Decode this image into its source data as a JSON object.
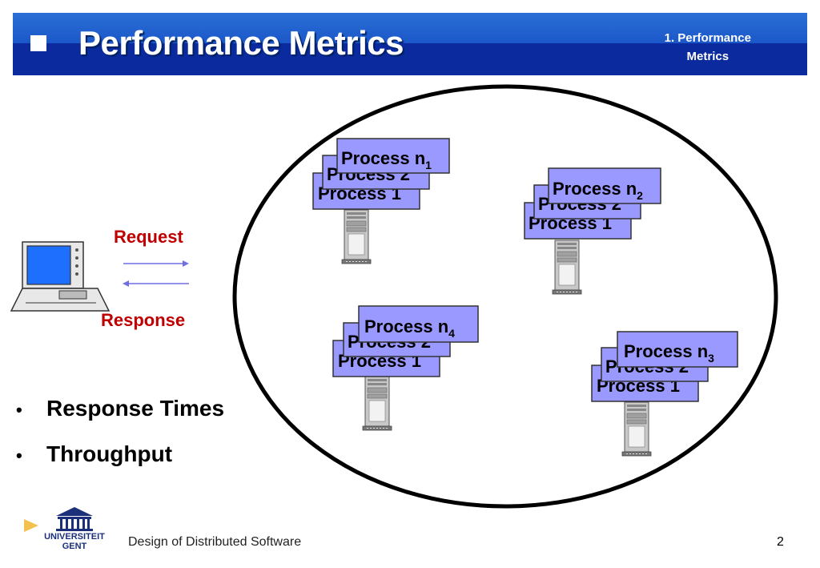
{
  "slide": {
    "title": "Performance Metrics",
    "section_line1": "1. Performance",
    "section_line2": "Metrics"
  },
  "arrows": {
    "request_label": "Request",
    "response_label": "Response"
  },
  "bullets": [
    "Response Times",
    "Throughput"
  ],
  "clusters": [
    {
      "labels": [
        "Process 1",
        "Process 2",
        "Process n"
      ],
      "subscript": "1"
    },
    {
      "labels": [
        "Process 1",
        "Process 2",
        "Process n"
      ],
      "subscript": "2"
    },
    {
      "labels": [
        "Process 1",
        "Process 2",
        "Process n"
      ],
      "subscript": "4"
    },
    {
      "labels": [
        "Process 1",
        "Process 2",
        "Process n"
      ],
      "subscript": "3"
    }
  ],
  "footer": {
    "course": "Design of Distributed Software",
    "page_number": "2",
    "logo_line1": "UNIVERSITEIT",
    "logo_line2": "GENT"
  },
  "colors": {
    "header_blue": "#0a2a9e",
    "label_red": "#c00000",
    "process_box": "#9999ff",
    "arrow_blue": "#6f6fe0"
  }
}
